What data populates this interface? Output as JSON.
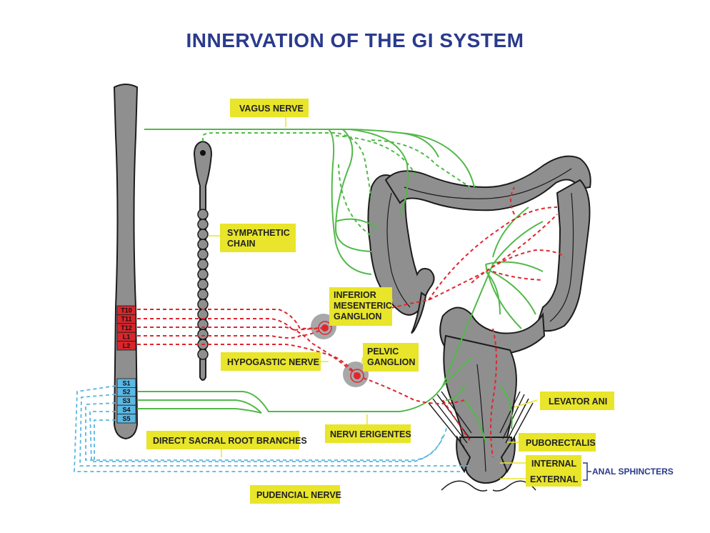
{
  "title": "INNERVATION OF THE GI SYSTEM",
  "labels": {
    "vagus_nerve": "VAGUS NERVE",
    "sympathetic_chain_1": "SYMPATHETIC",
    "sympathetic_chain_2": "CHAIN",
    "inferior_mesenteric_1": "INFERIOR",
    "inferior_mesenteric_2": "MESENTERIC",
    "inferior_mesenteric_3": "GANGLION",
    "hypogastric_nerve": "HYPOGASTIC NERVE",
    "pelvic_ganglion_1": "PELVIC",
    "pelvic_ganglion_2": "GANGLION",
    "levator_ani": "LEVATOR ANI",
    "puborectalis": "PUBORECTALIS",
    "internal": "INTERNAL",
    "external": "EXTERNAL",
    "anal_sphincters": "ANAL SPHINCTERS",
    "nervi_erigentes": "NERVI ERIGENTES",
    "direct_sacral": "DIRECT SACRAL ROOT BRANCHES",
    "pudencial_nerve": "PUDENCIAL NERVE"
  },
  "segments": {
    "thoracolumbar": [
      "T10",
      "T11",
      "T12",
      "L1",
      "L2"
    ],
    "sacral": [
      "S1",
      "S2",
      "S3",
      "S4",
      "S5"
    ]
  },
  "colors": {
    "title": "#2a3a8c",
    "label_box": "#e8e52a",
    "parasympathetic": "#52b948",
    "sympathetic": "#e0262d",
    "somatic": "#58b7e0",
    "organ": "#8f8f8f",
    "thoracolumbar_segment": "#d8262c",
    "sacral_segment": "#5ab8e4"
  }
}
